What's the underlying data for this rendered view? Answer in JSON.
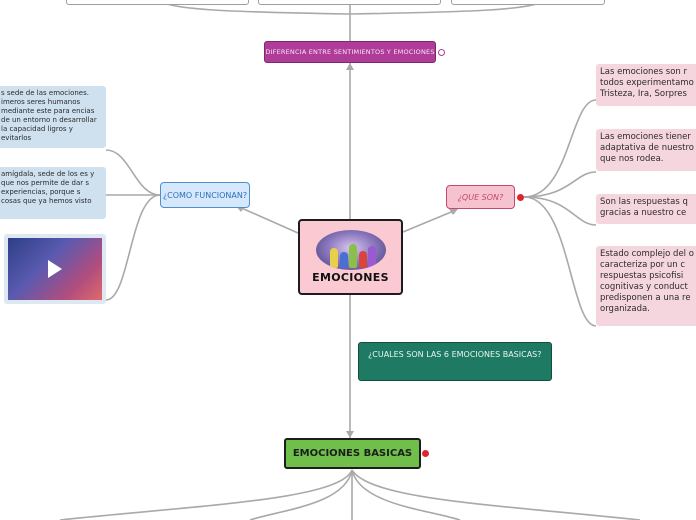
{
  "central": {
    "title": "EMOCIONES"
  },
  "top_cards": {
    "left": "",
    "center": "",
    "right": ""
  },
  "diferencia": {
    "label": "DIFERENCIA ENTRE SENTIMIENTOS Y EMOCIONES"
  },
  "como_funcionan": {
    "label": "¿COMO FUNCIONAN?",
    "card1": "s  sede de las emociones. imeros seres humanos mediante este para encias de un entorno n desarrollar la capacidad ligros y evitarlos",
    "card2": "amígdala, sede de los es  y que nos permite de dar s experiencias, porque s cosas que ya hemos visto",
    "video_icon": "play-icon"
  },
  "que_son": {
    "label": "¿QUE SON?",
    "cards": [
      "Las emociones son r todos experimentamo Tristeza, Ira, Sorpres",
      "Las emociones tiener adaptativa de nuestro que nos rodea.",
      "Son las respuestas q gracias a nuestro ce",
      "Estado complejo del o caracteriza por un c respuestas psicofisi cognitivas y conduct predisponen a una re organizada."
    ]
  },
  "cuales": {
    "label": "¿CUALES SON LAS 6 EMOCIONES BASICAS?"
  },
  "basicas": {
    "label": "EMOCIONES BASICAS"
  },
  "colors": {
    "central_fill": "#fbc9d2",
    "diferencia_fill": "#b03c9a",
    "como_fill": "#d6e8fb",
    "que_son_fill": "#f7c2cf",
    "cuales_fill": "#1f7a63",
    "basicas_fill": "#6fbf4a",
    "connector": "#a9a9a9"
  }
}
